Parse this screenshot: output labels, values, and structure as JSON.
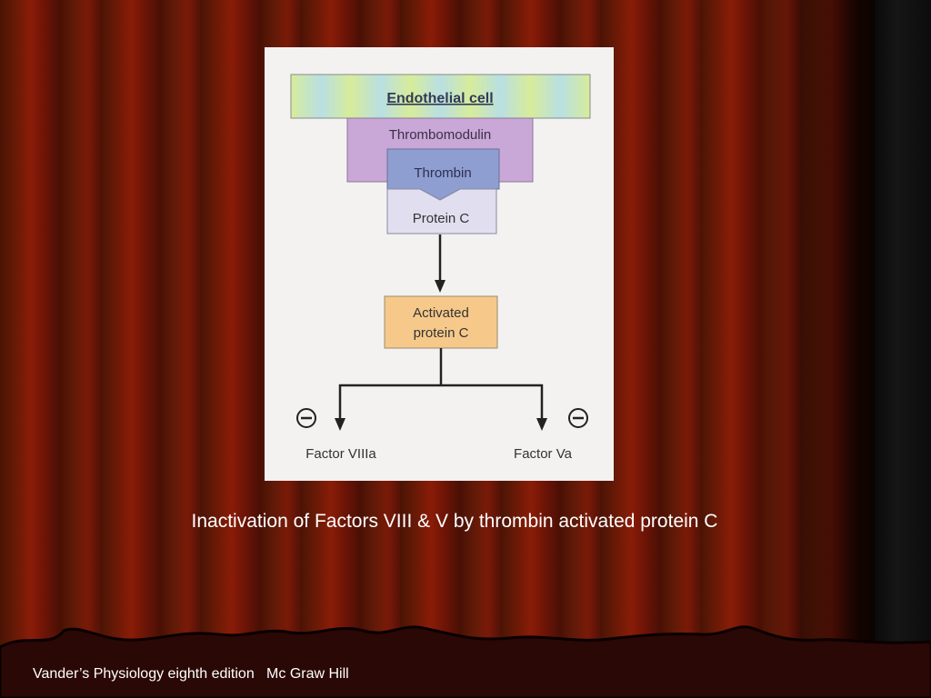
{
  "diagram": {
    "endothelial_cell": "Endothelial cell",
    "thrombomodulin": "Thrombomodulin",
    "thrombin": "Thrombin",
    "protein_c": "Protein C",
    "activated_line1": "Activated",
    "activated_line2": "protein C",
    "factor_viiia": "Factor VIIIa",
    "factor_va": "Factor Va",
    "inhibit_symbol": "−"
  },
  "caption": "Inactivation of Factors VIII & V by thrombin activated protein C",
  "credit": "Vander’s Physiology eighth edition   Mc Graw Hill",
  "colors": {
    "endothelial_band": "#cfe7a6",
    "thrombomodulin": "#c9a7d6",
    "thrombin": "#8f9ed0",
    "protein_c": "#e1def0",
    "activated_protein_c": "#f6c98a"
  }
}
